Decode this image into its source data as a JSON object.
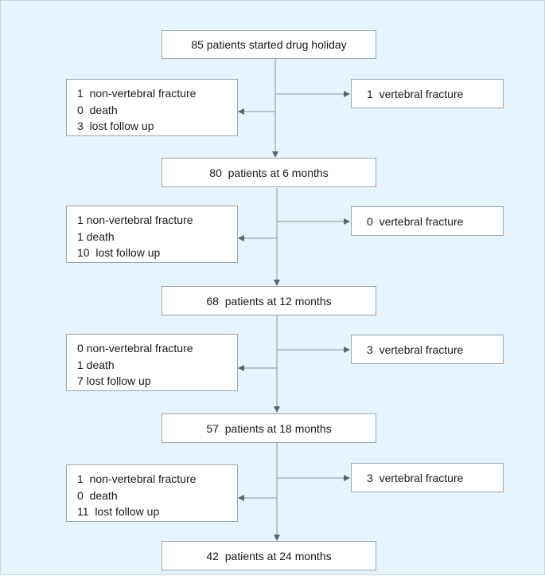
{
  "flow": {
    "stages": [
      "85 patients started drug holiday",
      "80  patients at 6 months",
      "68  patients at 12 months",
      "57  patients at 18 months",
      "42  patients at 24 months"
    ],
    "exits": [
      [
        "1  non-vertebral fracture",
        "0  death",
        "3  lost follow up"
      ],
      [
        "1 non-vertebral fracture",
        "1 death",
        "10  lost follow up"
      ],
      [
        "0 non-vertebral fracture",
        "1 death",
        "7 lost follow up"
      ],
      [
        "1  non-vertebral fracture",
        "0  death",
        "11  lost follow up"
      ]
    ],
    "vertebral": [
      "1  vertebral fracture",
      "0  vertebral fracture",
      "3  vertebral fracture",
      "3  vertebral fracture"
    ]
  }
}
